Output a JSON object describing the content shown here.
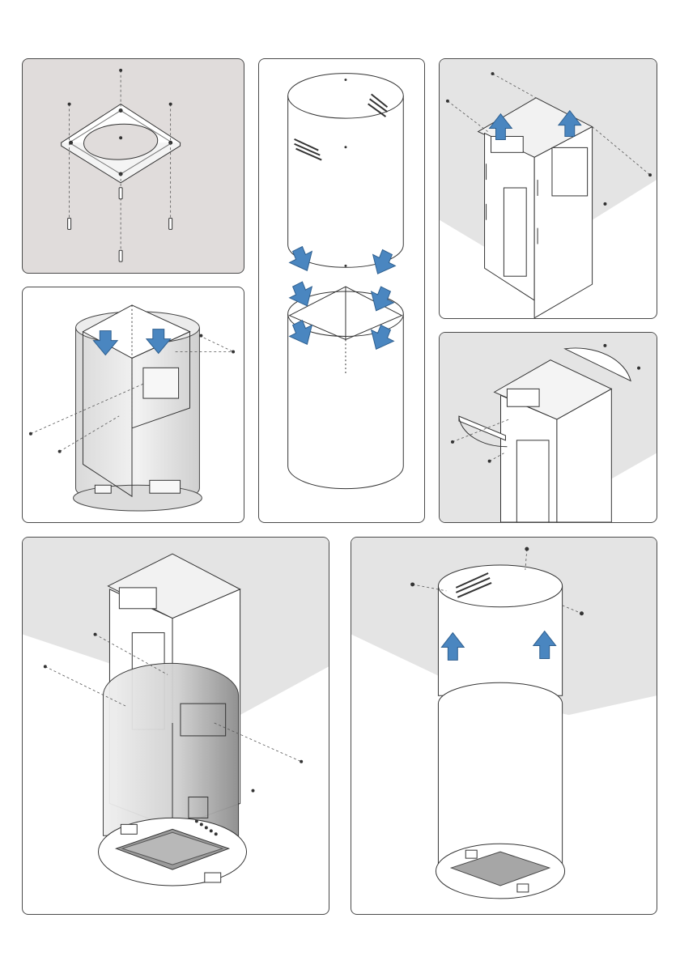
{
  "figure": {
    "steps": [
      {
        "id": "step-mount-bracket",
        "parts": [
          "ceiling-bracket",
          "screw",
          "wall-plug"
        ]
      },
      {
        "id": "step-frame-inside-chimney",
        "parts": [
          "chimney-frame",
          "chimney-cover",
          "screw"
        ]
      },
      {
        "id": "step-slide-upper-chimney",
        "parts": [
          "upper-chimney",
          "lower-chimney"
        ]
      },
      {
        "id": "step-attach-frame-to-bracket",
        "parts": [
          "chimney-frame",
          "ceiling-bracket",
          "screw"
        ]
      },
      {
        "id": "step-attach-upper-half-rings",
        "parts": [
          "half-ring",
          "screw"
        ]
      },
      {
        "id": "step-fix-hood-to-frame",
        "parts": [
          "hood-body",
          "grease-filter",
          "screw"
        ]
      },
      {
        "id": "step-raise-upper-chimney",
        "parts": [
          "upper-chimney",
          "screw"
        ]
      }
    ],
    "colors": {
      "arrow": "#4a86c0",
      "arrow_stroke": "#2e5f8f",
      "line": "#333333",
      "ceiling": "#e4e4e4",
      "wall_panel": "#e0dcdb"
    }
  }
}
